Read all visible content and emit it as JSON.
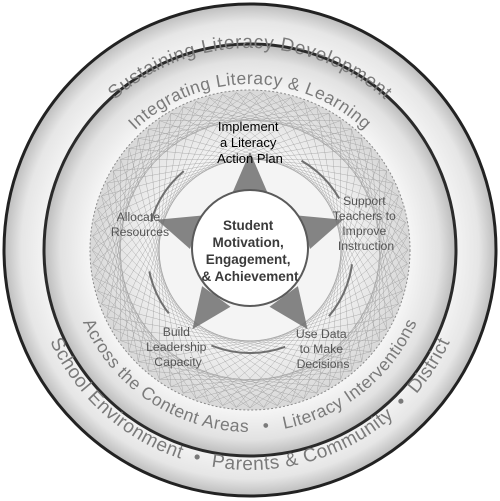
{
  "outer_ring": {
    "top_text": "Sustaining Literacy Development",
    "bottom_items": [
      "School Environment",
      "Parents & Community",
      "District"
    ]
  },
  "inner_ring": {
    "top_text": "Integrating Literacy & Learning",
    "bottom_left_text": "Across the Content Areas",
    "bottom_right_text": "Literacy Interventions"
  },
  "separator": "•",
  "center": {
    "lines": [
      "Student",
      "Motivation,",
      "Engagement,",
      "& Achievement"
    ]
  },
  "steps": [
    {
      "id": "implement",
      "lines": [
        "Implement",
        "a Literacy",
        "Action Plan"
      ],
      "highlighted": true
    },
    {
      "id": "support",
      "lines": [
        "Support",
        "Teachers to",
        "Improve",
        "Instruction"
      ],
      "highlighted": false
    },
    {
      "id": "data",
      "lines": [
        "Use Data",
        "to Make",
        "Decisions"
      ],
      "highlighted": false
    },
    {
      "id": "leadership",
      "lines": [
        "Build",
        "Leadership",
        "Capacity"
      ],
      "highlighted": false
    },
    {
      "id": "allocate",
      "lines": [
        "Allocate",
        "Resources"
      ],
      "highlighted": false
    }
  ],
  "colors": {
    "ring_light": "#f6f6f6",
    "ring_dark": "#c4c4c4",
    "border": "#222222",
    "ring_text": "#7a7a7a",
    "mesh": "#9a9a9a",
    "arrow": "#707070"
  }
}
